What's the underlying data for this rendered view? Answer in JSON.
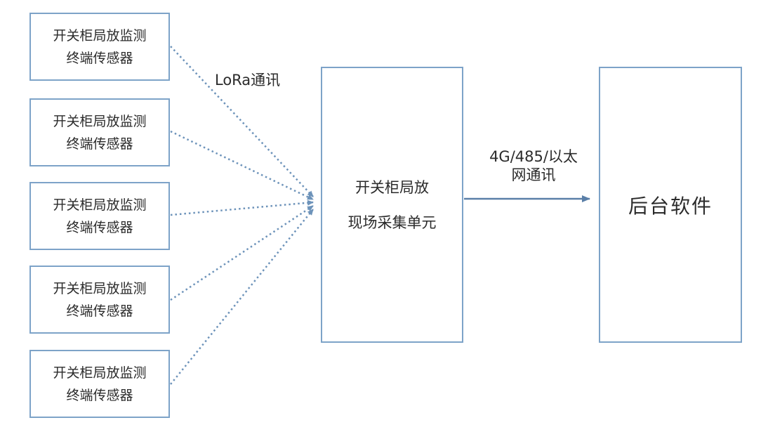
{
  "diagram": {
    "sensors": [
      {
        "line1": "开关柜局放监测",
        "line2": "终端传感器"
      },
      {
        "line1": "开关柜局放监测",
        "line2": "终端传感器"
      },
      {
        "line1": "开关柜局放监测",
        "line2": "终端传感器"
      },
      {
        "line1": "开关柜局放监测",
        "line2": "终端传感器"
      },
      {
        "line1": "开关柜局放监测",
        "line2": "终端传感器"
      }
    ],
    "collector": {
      "line1": "开关柜局放",
      "line2": "现场采集单元"
    },
    "backend": {
      "label": "后台软件"
    },
    "labels": {
      "lora": "LoRa通讯",
      "uplink_line1": "4G/485/以太",
      "uplink_line2": "网通讯"
    },
    "colors": {
      "box_border": "#7da3c8",
      "dotted_connector": "#6d93ba",
      "solid_arrow": "#5a7fa8",
      "text": "#2b2b2b"
    }
  }
}
